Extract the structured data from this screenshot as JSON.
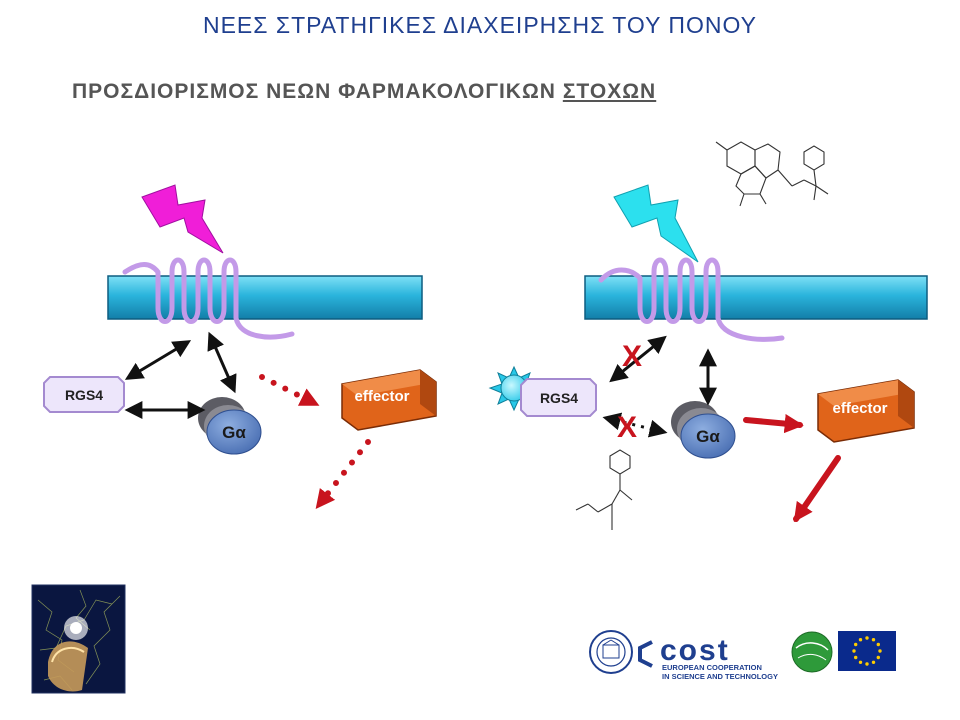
{
  "slide": {
    "title": "ΝΕΕΣ ΣΤΡΑΤΗΓΙΚΕΣ ΔΙΑΧΕΙΡΗΣΗΣ ΤΟΥ ΠΟΝΟΥ",
    "subtitle_main": "ΠΡΟΣΔΙΟΡΙΣΜΟΣ ΝΕΩΝ ΦΑΡΜΑΚΟΛΟΓΙΚΩΝ ",
    "subtitle_underlined": "ΣΤΟΧΩΝ"
  },
  "diagram": {
    "left": {
      "rgs_label": "RGS4",
      "ga_label": "Gα",
      "effector_label": "effector"
    },
    "right": {
      "rgs_label": "RGS4",
      "ga_label": "Gα",
      "effector_label": "effector",
      "block_mark_1": "X",
      "block_mark_2": "X"
    }
  },
  "footer": {
    "cost_word": "cost",
    "cost_line1": "EUROPEAN COOPERATION",
    "cost_line2": "IN SCIENCE AND TECHNOLOGY"
  },
  "colors": {
    "title": "#1f3f8f",
    "membrane": "#2ab4dc",
    "receptor": "#c39ae8",
    "signal_left": "#f01ed8",
    "signal_right": "#2ce0ee",
    "effector": "#e0641a",
    "ga": "#5a82c4",
    "arrow_red": "#c8141e",
    "eu_blue": "#0a2a8c"
  }
}
